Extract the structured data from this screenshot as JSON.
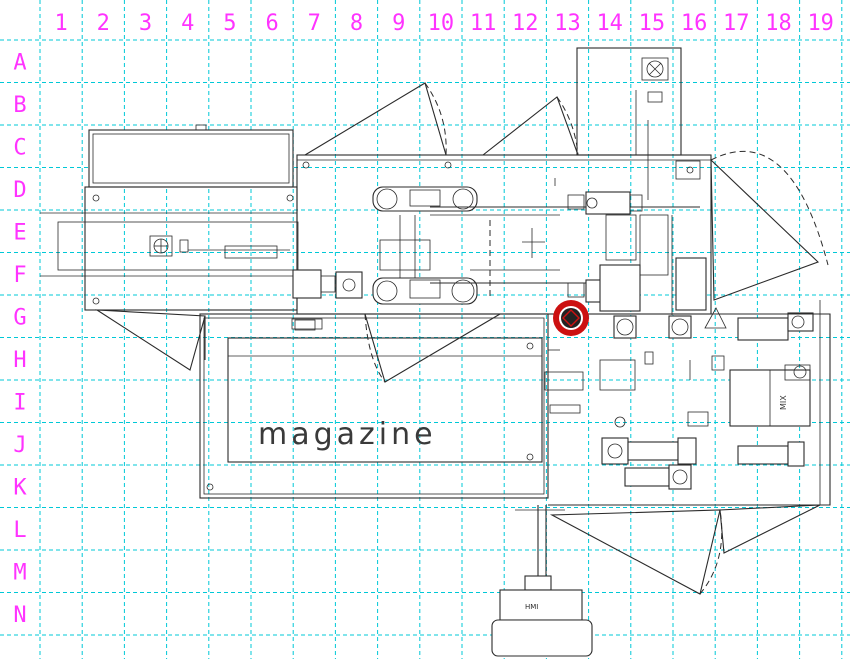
{
  "grid": {
    "columns": [
      "1",
      "2",
      "3",
      "4",
      "5",
      "6",
      "7",
      "8",
      "9",
      "10",
      "11",
      "12",
      "13",
      "14",
      "15",
      "16",
      "17",
      "18",
      "19"
    ],
    "rows": [
      "A",
      "B",
      "C",
      "D",
      "E",
      "F",
      "G",
      "H",
      "I",
      "J",
      "K",
      "L",
      "M",
      "N"
    ]
  },
  "labels": {
    "magazine": "magazine",
    "hmi": "HMI",
    "mix": "MIX"
  },
  "colors": {
    "grid": "#00c8d7",
    "grid_labels": "#ff33ff",
    "lines": "#2b2b2b",
    "marker_outer": "#cc1111",
    "marker_inner": "#222222"
  },
  "marker": {
    "type": "red-location-marker",
    "cell": "G13"
  }
}
